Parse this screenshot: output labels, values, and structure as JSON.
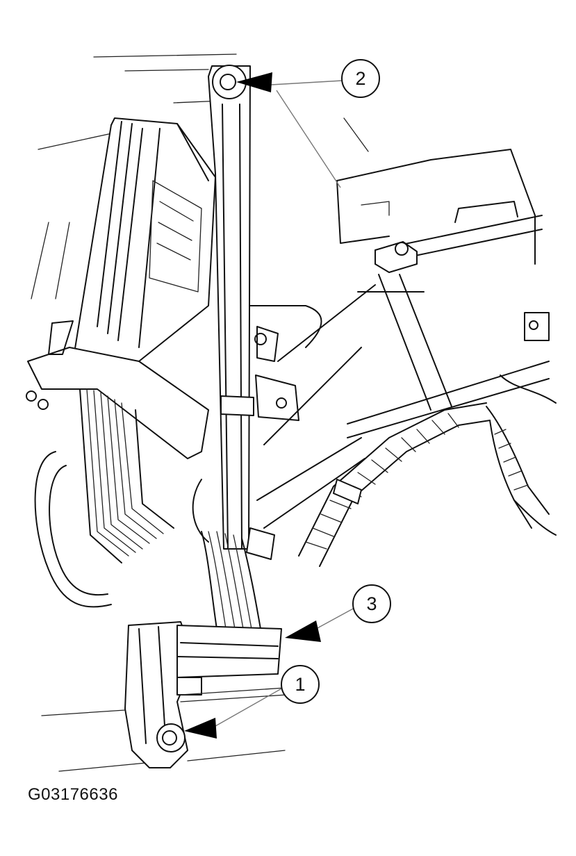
{
  "figure": {
    "id_label": "G03176636",
    "callouts": [
      {
        "number": "1",
        "target": "lower-bolt"
      },
      {
        "number": "2",
        "target": "upper-bolt"
      },
      {
        "number": "3",
        "target": "electrical-connector"
      }
    ]
  }
}
